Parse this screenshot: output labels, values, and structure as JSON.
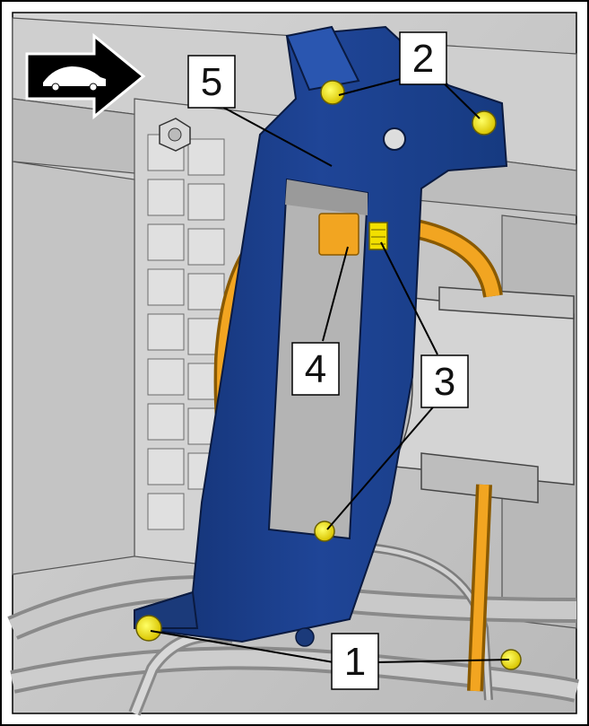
{
  "figure": {
    "direction_indicator": {
      "icon": "car-direction-arrow-icon"
    },
    "callouts": [
      {
        "id": "c1",
        "label": "1"
      },
      {
        "id": "c2",
        "label": "2"
      },
      {
        "id": "c3",
        "label": "3"
      },
      {
        "id": "c4",
        "label": "4"
      },
      {
        "id": "c5",
        "label": "5"
      }
    ],
    "colors": {
      "bracket": "#1d3f8a",
      "bolt": "#f2e000",
      "cable": "#f2a521",
      "background_part": "#c8c8c8",
      "frame": "#000000"
    }
  }
}
